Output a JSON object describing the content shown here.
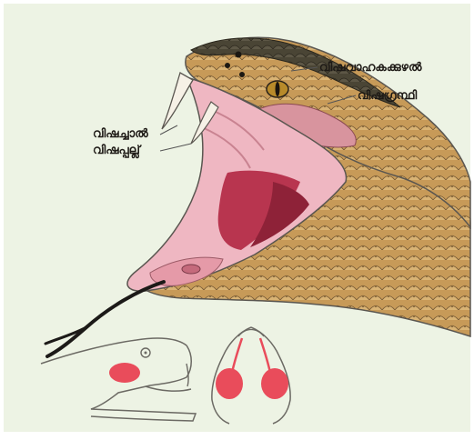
{
  "labels": {
    "venom_duct": "വിഷവാഹകക്കുഴൽ",
    "venom_gland": "വിഷഗ്രന്ഥി",
    "venom_canal": "വിഷച്ചാൽ",
    "venom_fang": "വിഷപ്പല്ല്"
  },
  "colors": {
    "background": "#edf3e4",
    "scale_tan": "#c79a58",
    "scale_dark": "#3f3a2c",
    "mouth_pink": "#efb7c2",
    "throat_red": "#b8354f",
    "gland_red": "#e94c5b",
    "outline": "#5a5650"
  }
}
